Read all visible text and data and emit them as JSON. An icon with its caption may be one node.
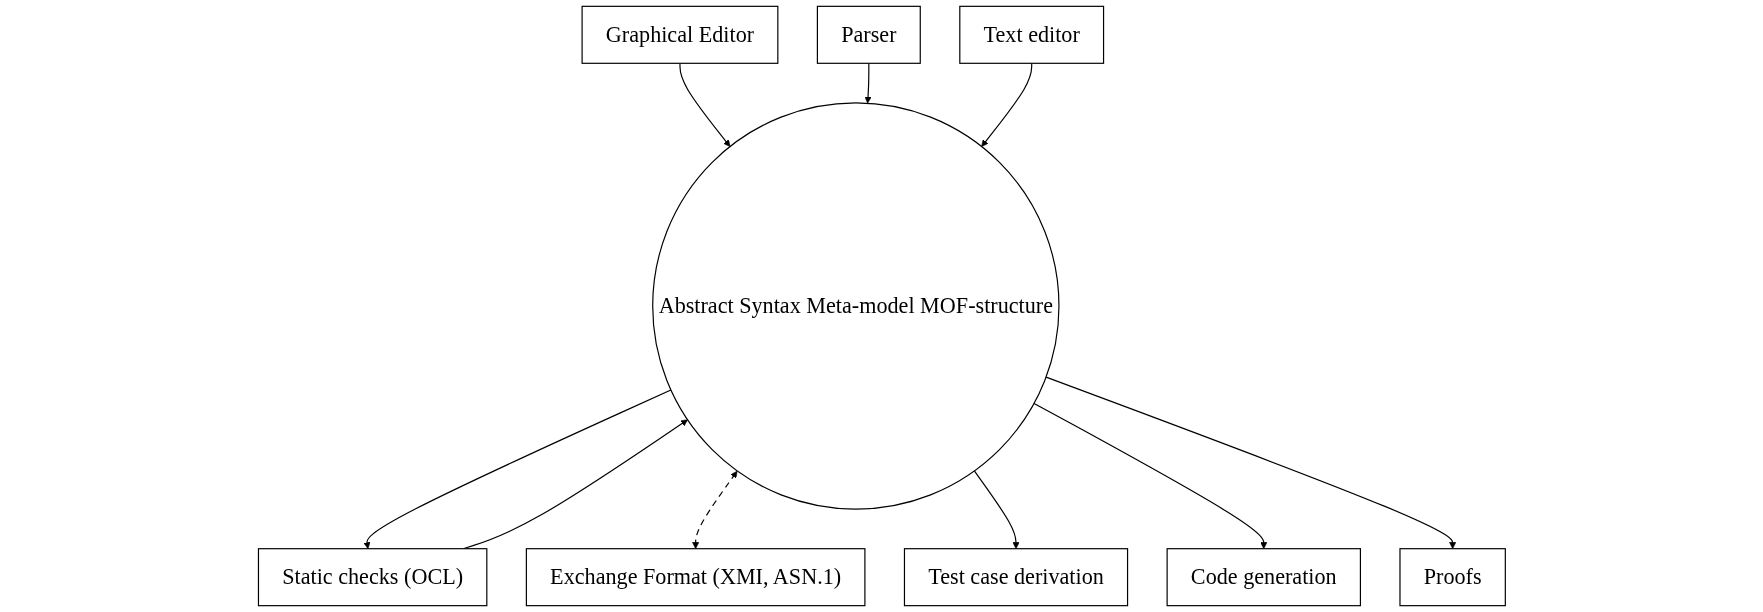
{
  "diagram": {
    "nodes": [
      {
        "text": [
          "Graphical Editor"
        ]
      },
      {
        "text": [
          "Parser"
        ]
      },
      {
        "text": [
          "Text editor"
        ]
      },
      {
        "text": [
          "Static checks (OCL)"
        ]
      },
      {
        "text": [
          "Abstract Syntax Meta-model MOF-structure"
        ]
      },
      {
        "text": [
          "Exchange Format (XMI, ASN.1)"
        ]
      },
      {
        "text": [
          "Test case derivation"
        ]
      },
      {
        "text": [
          "Code generation"
        ]
      },
      {
        "text": [
          "Proofs"
        ]
      }
    ],
    "edges": [
      {
        "from": 0,
        "to": 4,
        "arrow": "to"
      },
      {
        "from": 1,
        "to": 4,
        "arrow": "to"
      },
      {
        "from": 2,
        "to": 4,
        "arrow": "to"
      },
      {
        "from": 3,
        "to": 4,
        "arrow": "to"
      },
      {
        "from": 4,
        "to": 3,
        "arrow": "to"
      },
      {
        "from": 4,
        "to": 5,
        "arrow": "both",
        "style": "dashed"
      },
      {
        "from": 4,
        "to": 6,
        "arrow": "to"
      },
      {
        "from": 4,
        "to": 7,
        "arrow": "to"
      },
      {
        "from": 4,
        "to": 8,
        "arrow": "to"
      }
    ]
  }
}
